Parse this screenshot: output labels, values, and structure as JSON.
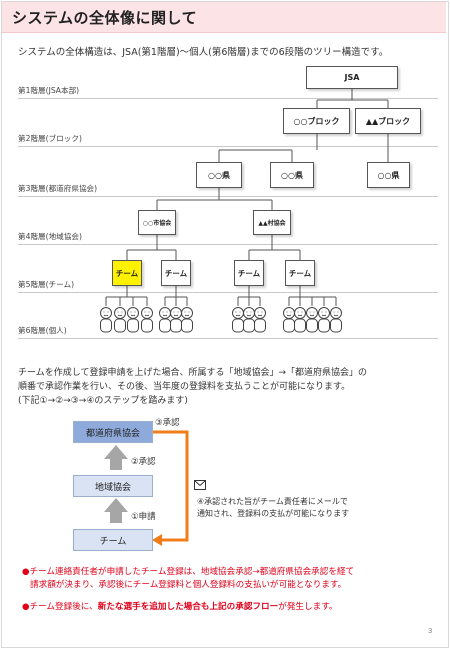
{
  "page": {
    "title": "システムの全体像に関して",
    "intro": "システムの全体構造は、JSA(第1階層)～個人(第6階層)までの6段階のツリー構造です。",
    "page_number": "3"
  },
  "levels": [
    "第1階層(JSA本部)",
    "第2階層(ブロック)",
    "第3階層(都道府県協会)",
    "第4階層(地域協会)",
    "第5階層(チーム)",
    "第6階層(個人)"
  ],
  "tree": {
    "jsa": "JSA",
    "block_a": "○○ブロック",
    "block_b": "▲▲ブロック",
    "pref_1": "○○県",
    "pref_2": "○○県",
    "pref_3": "○○県",
    "city": "○○市協会",
    "village": "▲▲村協会",
    "team_1": "チーム",
    "team_2": "チーム",
    "team_3": "チーム",
    "team_4": "チーム",
    "highlight_color": "#fff200"
  },
  "description": {
    "line1": "チームを作成して登録申請を上げた場合、所属する「地域協会」→「都道府県協会」の",
    "line2": "順番で承認作業を行い、その後、当年度の登録料を支払うことが可能になります。",
    "line3": "(下記①→②→③→④のステップを踏みます)"
  },
  "flow": {
    "pref_association": "都道府県協会",
    "local_association": "地域協会",
    "team": "チーム",
    "step1": "①申請",
    "step2": "②承認",
    "step3": "③承認",
    "step4_line1": "④承認された旨がチーム責任者にメールで",
    "step4_line2": "通知され、登録料の支払が可能になります",
    "arrow_color": "#f07d1a",
    "box_dark": "#8eaadb",
    "box_light": "#dae3f3"
  },
  "notes": {
    "note1_line1": "●チーム連絡責任者が申請したチーム登録は、地域協会承認→都道府県協会承認を経て",
    "note1_line2": "請求額が決まり、承認後にチーム登録料と個人登録料の支払いが可能となります。",
    "note2_pre": "●チーム登録後に、",
    "note2_bold": "新たな選手を追加した場合も上記の承認フロー",
    "note2_post": "が発生します。"
  }
}
